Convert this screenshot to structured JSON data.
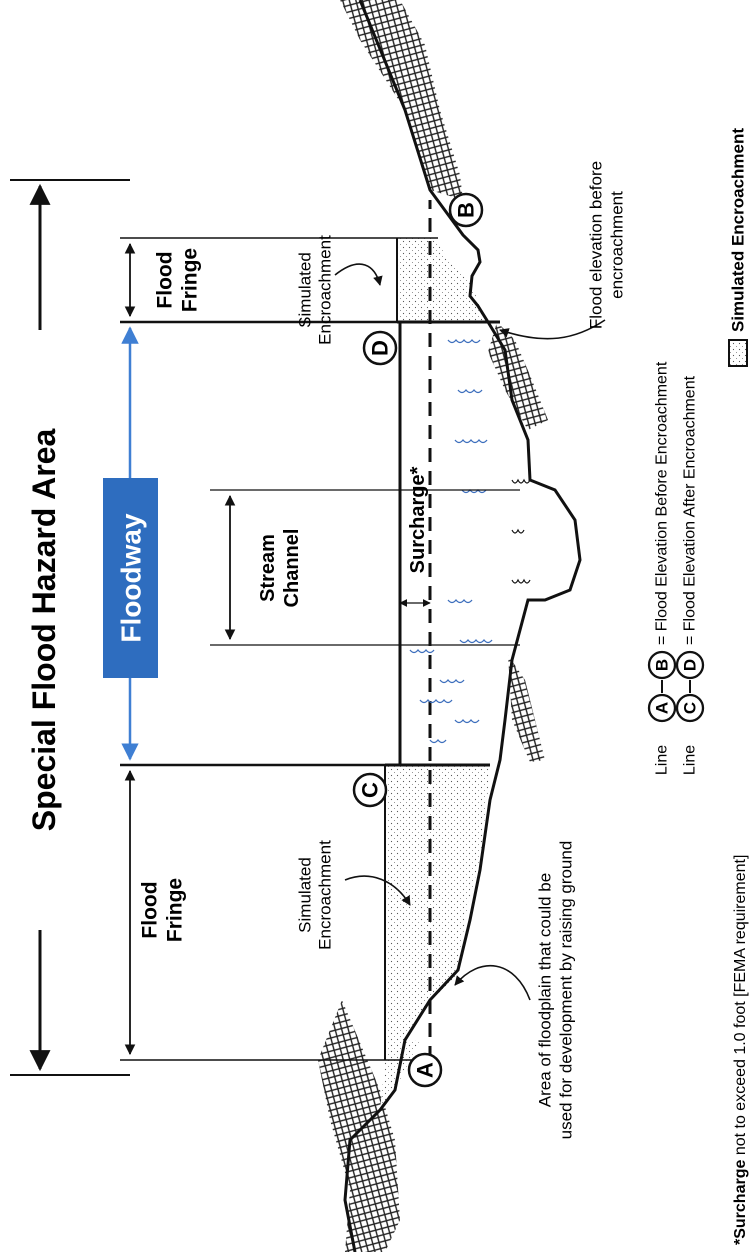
{
  "title": "Special Flood Hazard Area",
  "floodway_label": "Floodway",
  "flood_fringe_left": [
    "Flood",
    "Fringe"
  ],
  "flood_fringe_right": [
    "Flood",
    "Fringe"
  ],
  "stream_channel": [
    "Stream",
    "Channel"
  ],
  "surcharge_label": "Surcharge*",
  "simulated_encroachment_left": [
    "Simulated",
    "Encroachment"
  ],
  "simulated_encroachment_right": [
    "Simulated",
    "Encroachment"
  ],
  "area_note": [
    "Area of floodplain that could be",
    "used for development by raising ground"
  ],
  "flood_elev_note": [
    "Flood elevation before",
    "encroachment"
  ],
  "points": {
    "a": "A",
    "b": "B",
    "c": "C",
    "d": "D"
  },
  "legend": {
    "line_word": "Line",
    "ab_text": "= Flood Elevation Before Encroachment",
    "cd_text": "= Flood Elevation After Encroachment",
    "swatch_label": "Simulated Encroachment"
  },
  "footnote": {
    "bold": "*Surcharge",
    "rest": " not to exceed 1.0 foot [FEMA requirement]"
  },
  "colors": {
    "floodway_box": "#2e6dbf",
    "floodway_arrow": "#3f7fd3",
    "water": "#3d6fbd",
    "ink": "#111111",
    "hatch": "#222222"
  }
}
